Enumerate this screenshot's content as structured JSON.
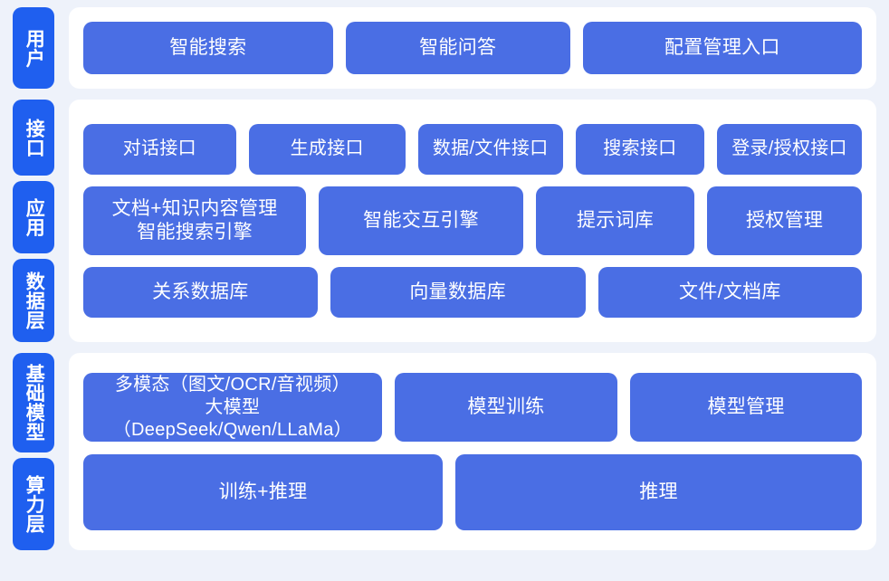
{
  "theme": {
    "page_background": "#eef2fa",
    "panel_background": "#ffffff",
    "tab_color": "#1f5fef",
    "cell_color": "#4a6ee4",
    "text_color": "#ffffff"
  },
  "sections": [
    {
      "id": "user",
      "tabs": [
        {
          "label": "用户"
        }
      ],
      "rows": [
        {
          "id": "user-entries",
          "cells": [
            {
              "label": "智能搜索"
            },
            {
              "label": "智能问答"
            },
            {
              "label": "配置管理入口"
            }
          ]
        }
      ]
    },
    {
      "id": "core",
      "tabs": [
        {
          "label": "接口"
        },
        {
          "label": "应用"
        },
        {
          "label": "数据层"
        }
      ],
      "rows": [
        {
          "id": "interface",
          "cells": [
            {
              "label": "对话接口"
            },
            {
              "label": "生成接口"
            },
            {
              "label": "数据/文件接口"
            },
            {
              "label": "搜索接口"
            },
            {
              "label": "登录/授权接口"
            }
          ]
        },
        {
          "id": "application",
          "cells": [
            {
              "label": "文档+知识内容管理\n智能搜索引擎"
            },
            {
              "label": "智能交互引擎"
            },
            {
              "label": "提示词库"
            },
            {
              "label": "授权管理"
            }
          ]
        },
        {
          "id": "data",
          "cells": [
            {
              "label": "关系数据库"
            },
            {
              "label": "向量数据库"
            },
            {
              "label": "文件/文档库"
            }
          ]
        }
      ]
    },
    {
      "id": "base",
      "tabs": [
        {
          "label": "基础模型"
        },
        {
          "label": "算力层"
        }
      ],
      "rows": [
        {
          "id": "model",
          "cells": [
            {
              "label": "多模态（图文/OCR/音视频）\n大模型（DeepSeek/Qwen/LLaMa）"
            },
            {
              "label": "模型训练"
            },
            {
              "label": "模型管理"
            }
          ]
        },
        {
          "id": "compute",
          "cells": [
            {
              "label": "训练+推理"
            },
            {
              "label": "推理"
            }
          ]
        }
      ]
    }
  ]
}
